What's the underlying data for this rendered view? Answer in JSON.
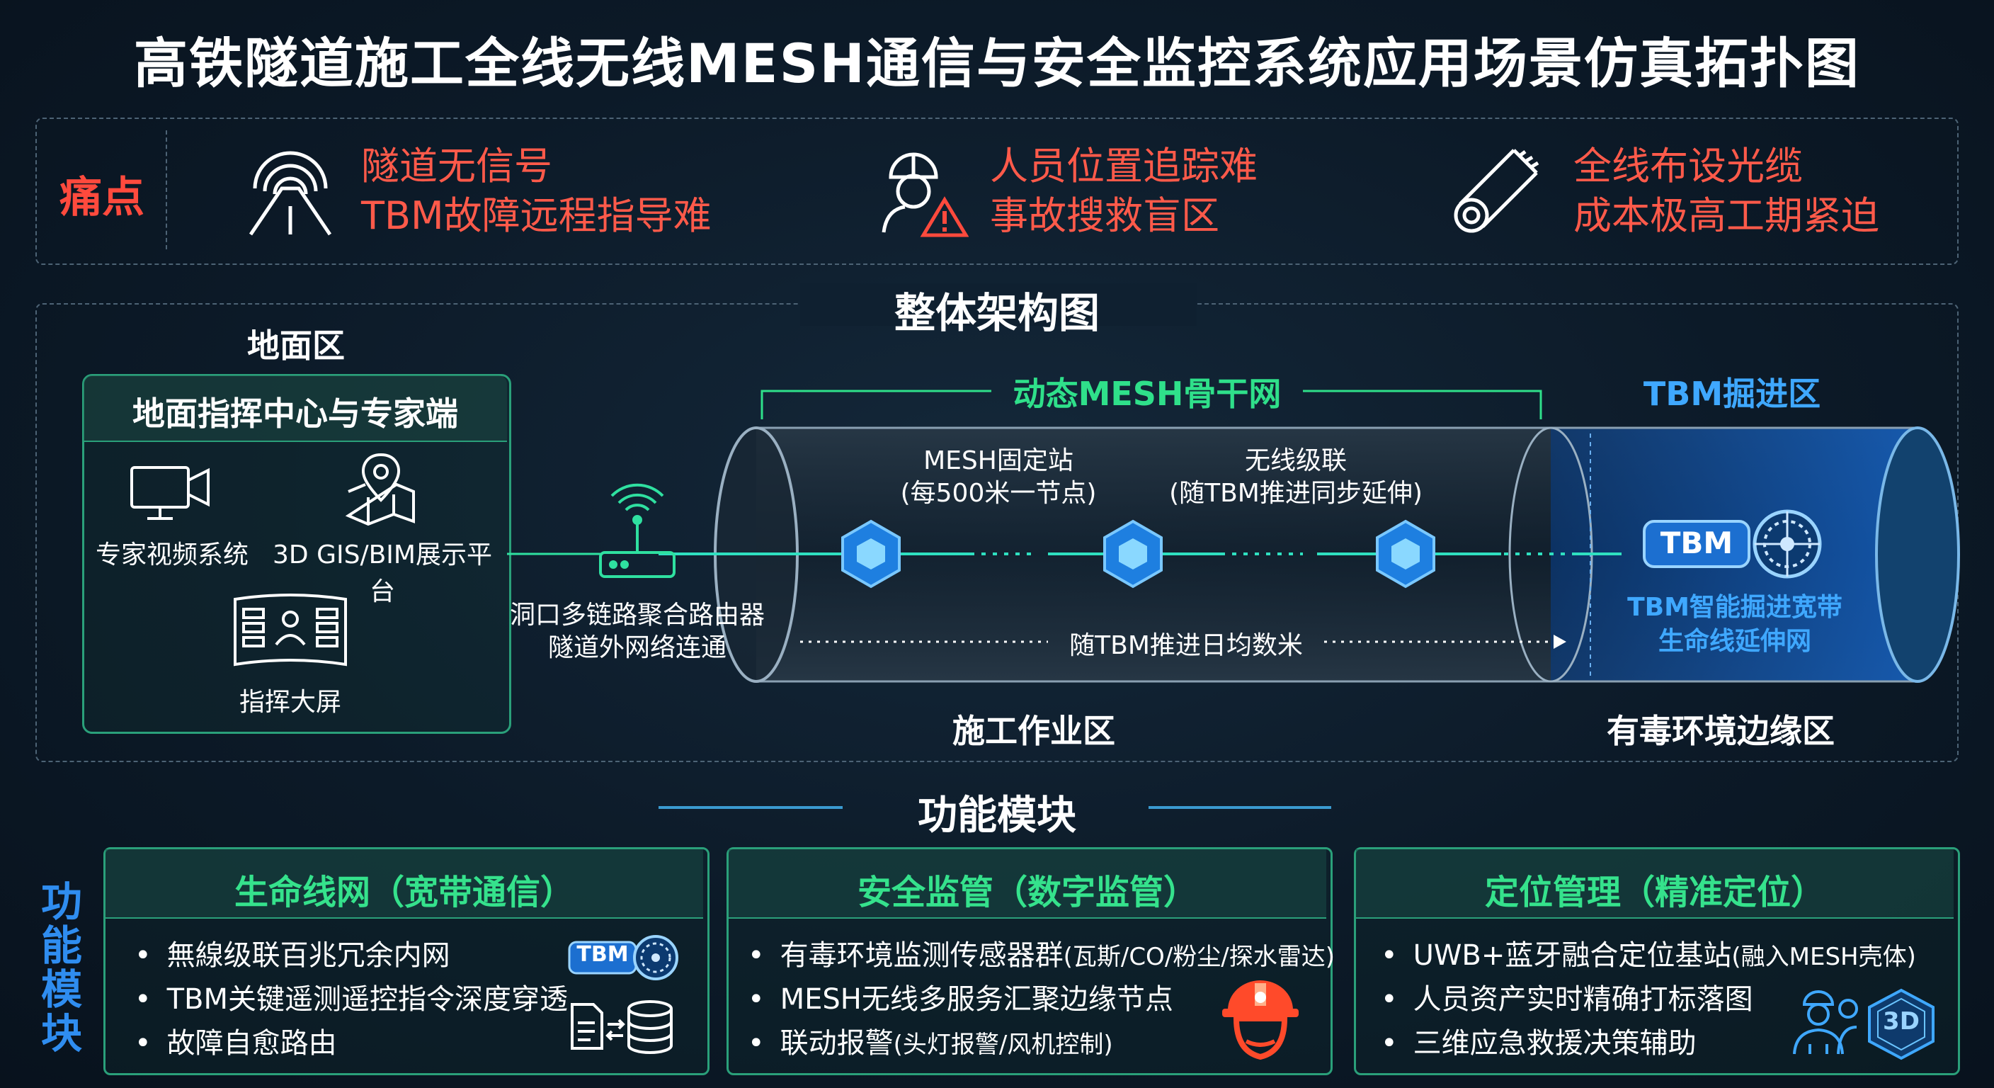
{
  "title": "高铁隧道施工全线无线MESH通信与安全监控系统应用场景仿真拓扑图",
  "pain": {
    "label": "痛点",
    "items": [
      {
        "icon": "tunnel-signal-icon",
        "lines": [
          "隧道无信号",
          "TBM故障远程指导难"
        ]
      },
      {
        "icon": "worker-warning-icon",
        "lines": [
          "人员位置追踪难",
          "事故搜救盲区"
        ]
      },
      {
        "icon": "fiber-cable-icon",
        "lines": [
          "全线布设光缆",
          "成本极高工期紧迫"
        ]
      }
    ]
  },
  "architecture": {
    "title": "整体架构图",
    "ground_zone": "地面区",
    "ground_panel": {
      "title": "地面指挥中心与专家端",
      "video": "专家视频系统",
      "gis": "3D GIS/BIM展示平台",
      "screen": "指挥大屏"
    },
    "router": [
      "洞口多链路聚合路由器",
      "隧道外网络连通"
    ],
    "mesh_backbone": "动态MESH骨干网",
    "fixed_station": [
      "MESH固定站",
      "(每500米一节点)"
    ],
    "wireless_cascade": [
      "无线级联",
      "(随TBM推进同步延伸)"
    ],
    "advance": "随TBM推进日均数米",
    "tbm_zone": "TBM掘进区",
    "tbm_badge": "TBM",
    "tbm_caption": [
      "TBM智能掘进宽带",
      "生命线延伸网"
    ],
    "work_zone": "施工作业区",
    "edge_zone": "有毒环境边缘区"
  },
  "modules": {
    "title": "功能模块",
    "side_label": [
      "功",
      "能",
      "模",
      "块"
    ],
    "items": [
      {
        "title": "生命线网（宽带通信）",
        "bullets": [
          {
            "text": "無線级联百兆冗余内网"
          },
          {
            "text": "TBM关键遥测遥控指令深度穿透"
          },
          {
            "text": "故障自愈路由"
          }
        ],
        "badge": "TBM"
      },
      {
        "title": "安全监管（数字监管）",
        "bullets": [
          {
            "text": "有毒环境监测传感器群",
            "sub": "(瓦斯/CO/粉尘/探水雷达)"
          },
          {
            "text": "MESH无线多服务汇聚边缘节点"
          },
          {
            "text": "联动报警",
            "sub": "(头灯报警/风机控制)"
          }
        ]
      },
      {
        "title": "定位管理（精准定位）",
        "bullets": [
          {
            "text": "UWB+蓝牙融合定位基站",
            "sub": "(融入MESH壳体)"
          },
          {
            "text": "人员资产实时精确打标落图"
          },
          {
            "text": "三维应急救援决策辅助"
          }
        ],
        "badge": "3D"
      }
    ]
  },
  "colors": {
    "danger": "#ff4a3d",
    "accent_green": "#2fe08a",
    "accent_blue": "#3fa8ff",
    "node_blue": "#1e7fe0"
  }
}
